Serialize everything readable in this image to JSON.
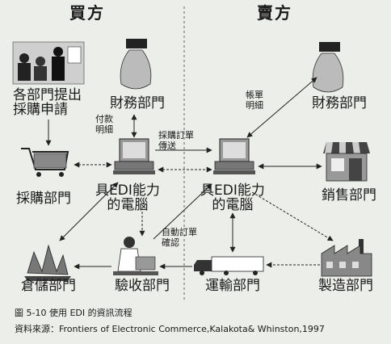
{
  "headers": {
    "buyer": "買方",
    "seller": "賣方"
  },
  "nodes": {
    "dept_request": [
      "各部門提出",
      "採購申請"
    ],
    "finance_buyer": "財務部門",
    "purchasing": "採購部門",
    "edi_buyer": [
      "具EDI能力",
      "的電腦"
    ],
    "warehouse": "倉儲部門",
    "receiving": "驗收部門",
    "finance_seller": "財務部門",
    "edi_seller": [
      "具EDI能力",
      "的電腦"
    ],
    "sales": "銷售部門",
    "transport": "運輸部門",
    "manufacturing": "製造部門"
  },
  "edge_labels": {
    "payment": [
      "付款",
      "明細"
    ],
    "po_send": [
      "採購訂單",
      "傳送"
    ],
    "bill": [
      "帳單",
      "明細"
    ],
    "auto_order": [
      "自動訂單",
      "確認"
    ]
  },
  "caption": {
    "figure": "圖 5-10  使用 EDI 的資訊流程",
    "source": "資料來源：Frontiers of Electronic Commerce,Kalakota& Whinston,1997"
  },
  "colors": {
    "background": "#eceeea",
    "ink": "#1a1a1a",
    "dash": "#555555"
  }
}
